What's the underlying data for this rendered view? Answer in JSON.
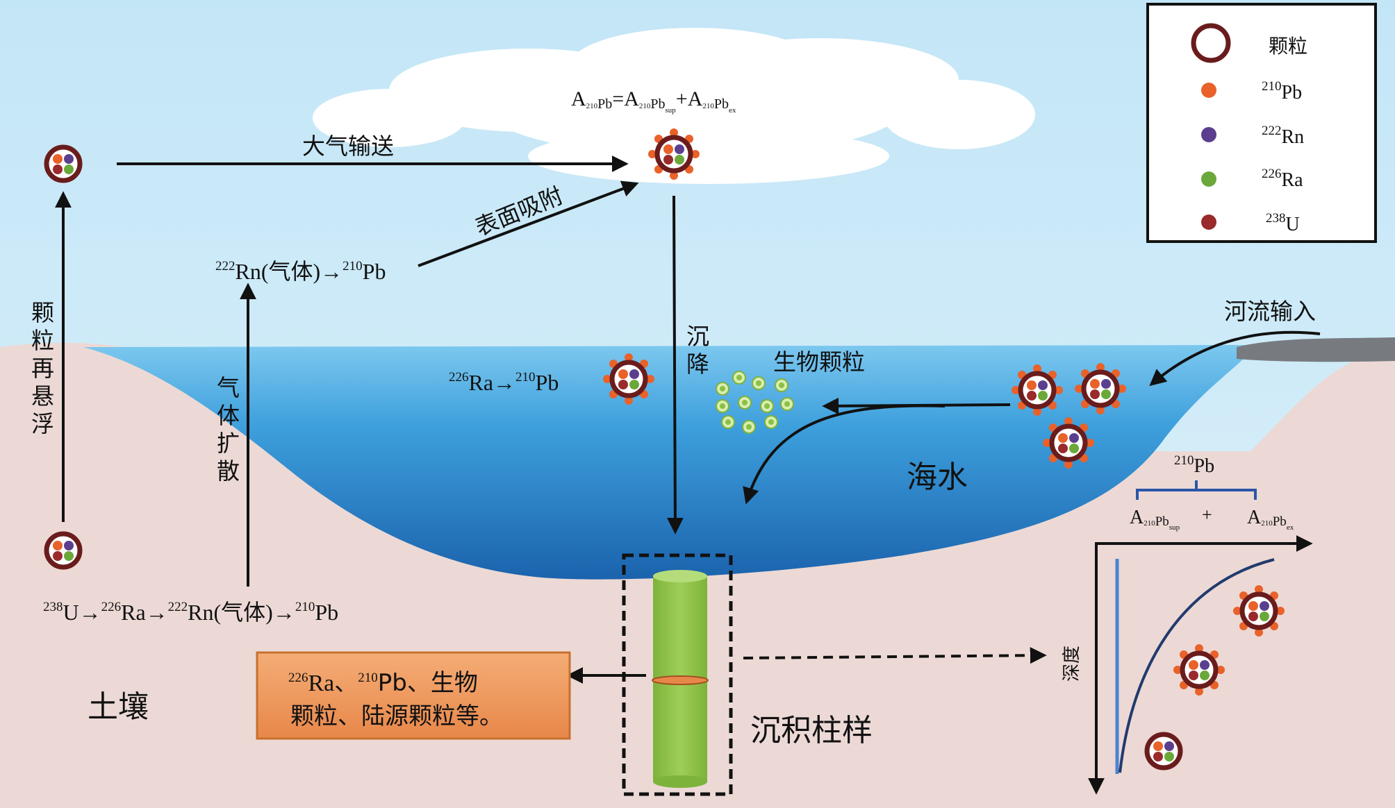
{
  "legend": {
    "particle": "颗粒",
    "items": [
      {
        "sup": "210",
        "sym": "Pb",
        "color": "#e9622a"
      },
      {
        "sup": "222",
        "sym": "Rn",
        "color": "#5b3f8e"
      },
      {
        "sup": "226",
        "sym": "Ra",
        "color": "#6ba83a"
      },
      {
        "sup": "238",
        "sym": "U",
        "color": "#9a2a2c"
      }
    ]
  },
  "equation": {
    "a": "A",
    "n1": "210",
    "pb": "Pb",
    "eq": "=",
    "sup_sub": "sup",
    "plus": "+",
    "ex_sub": "ex"
  },
  "labels": {
    "atm_transport": "大气输送",
    "surface_adsorb": "表面吸附",
    "resuspension": [
      "颗",
      "粒",
      "再",
      "悬",
      "浮"
    ],
    "gas_diffusion": [
      "气",
      "体",
      "扩",
      "散"
    ],
    "deposition": [
      "沉",
      "降"
    ],
    "bio_particles": "生物颗粒",
    "river_input": "河流输入",
    "seawater": "海水",
    "soil": "土壤",
    "sediment_core": "沉积柱样",
    "depth": "深度"
  },
  "chains": {
    "air_chain": {
      "n1": "222",
      "s1": "Rn(气体)→",
      "n2": "210",
      "s2": "Pb"
    },
    "water_chain": {
      "n1": "226",
      "s1": "Ra→",
      "n2": "210",
      "s2": "Pb"
    },
    "soil_chain": {
      "n1": "238",
      "s1": "U→",
      "n2": "226",
      "s2": "Ra→",
      "n3": "222",
      "s3": "Rn(气体)→",
      "n4": "210",
      "s4": "Pb"
    }
  },
  "core_box": {
    "n1": "226",
    "s1": "Ra、",
    "n2": "210",
    "s2": "Pb、生物",
    "line2": "颗粒、陆源颗粒等。"
  },
  "profile": {
    "top_sup": "210",
    "top_sym": "Pb",
    "plus": "+"
  },
  "colors": {
    "sky": "#cfe9f6",
    "soil": "#ecd9d5",
    "water_top": "#5fb7e4",
    "water_bottom": "#1d6fb8",
    "particle_ring": "#6a1c1c",
    "core_green": "#8cc044",
    "box_orange": "#ee9a5e"
  }
}
